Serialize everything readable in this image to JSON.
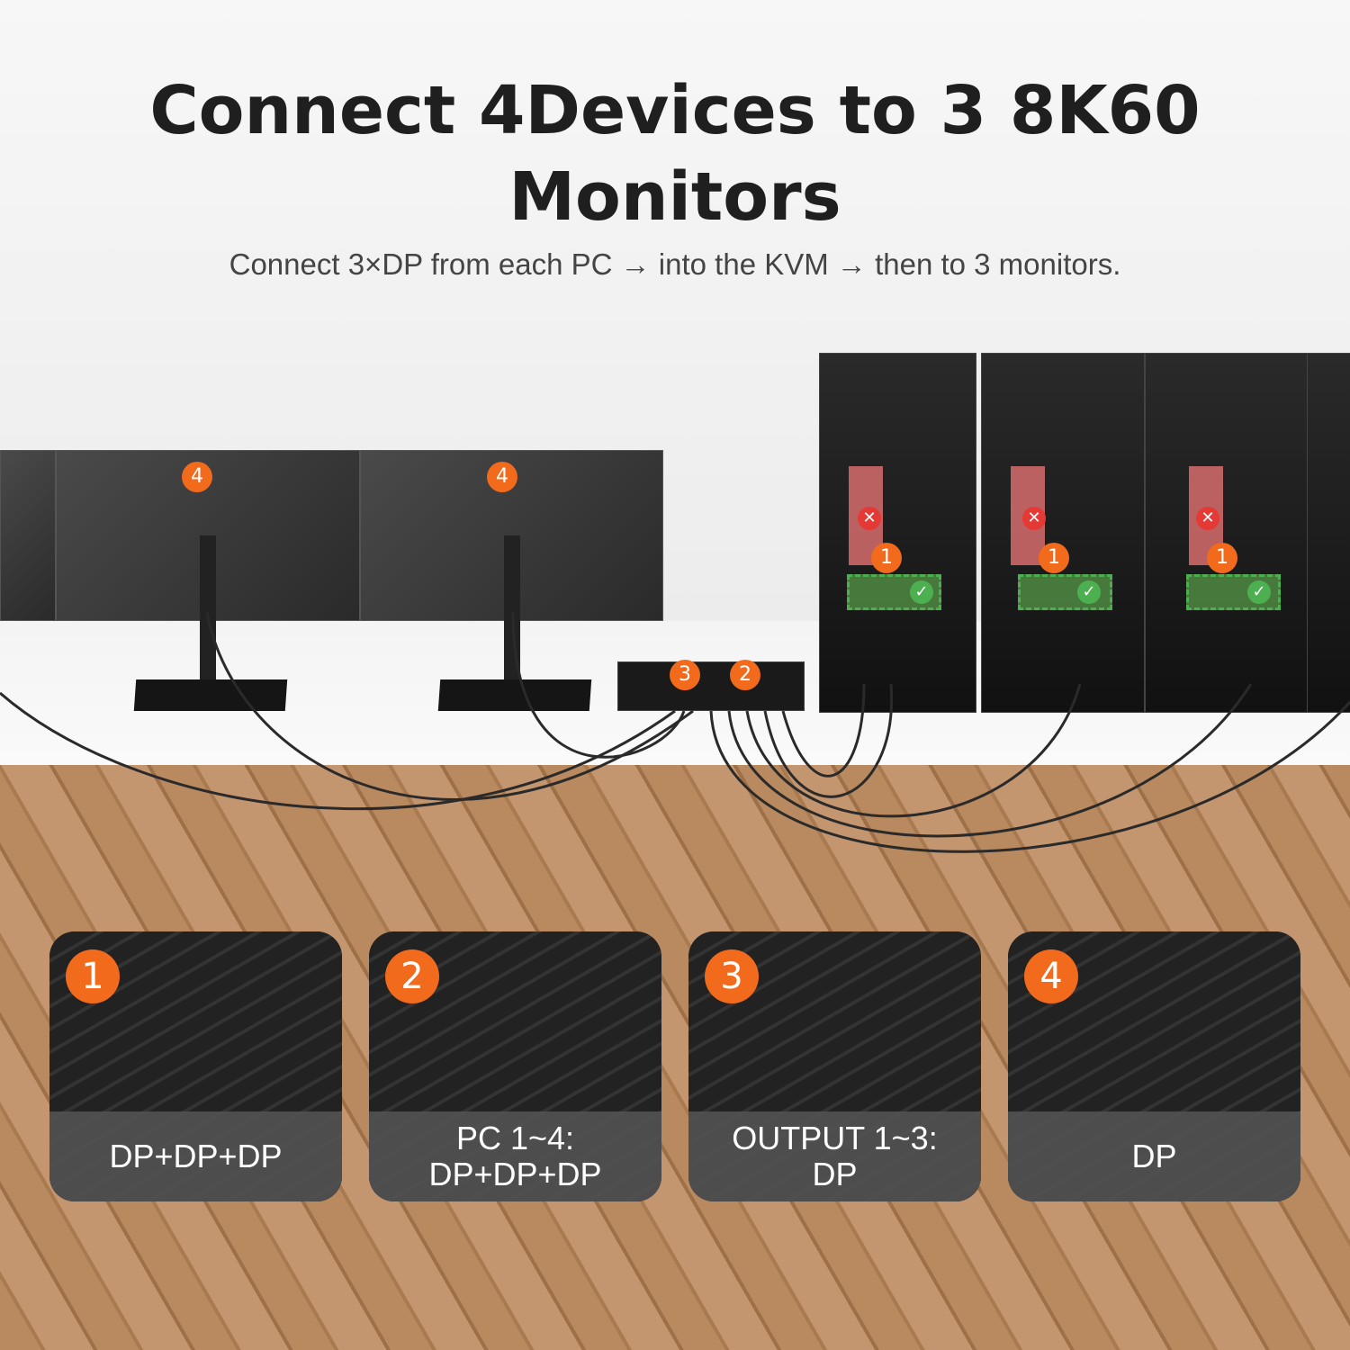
{
  "header": {
    "title_line1": "Connect 4Devices to 3 8K60",
    "title_line2": "Monitors",
    "subtitle": "Connect 3×DP from each PC → into the KVM → then to 3 monitors."
  },
  "colors": {
    "accent": "#f26a1b",
    "ok": "#4caf50",
    "error": "#e53935"
  },
  "scene_badges": [
    "1",
    "2",
    "3",
    "4"
  ],
  "cards": [
    {
      "number": "1",
      "caption": "DP+DP+DP"
    },
    {
      "number": "2",
      "caption": "PC 1~4:\nDP+DP+DP"
    },
    {
      "number": "3",
      "caption": "OUTPUT 1~3:\nDP"
    },
    {
      "number": "4",
      "caption": "DP"
    }
  ]
}
